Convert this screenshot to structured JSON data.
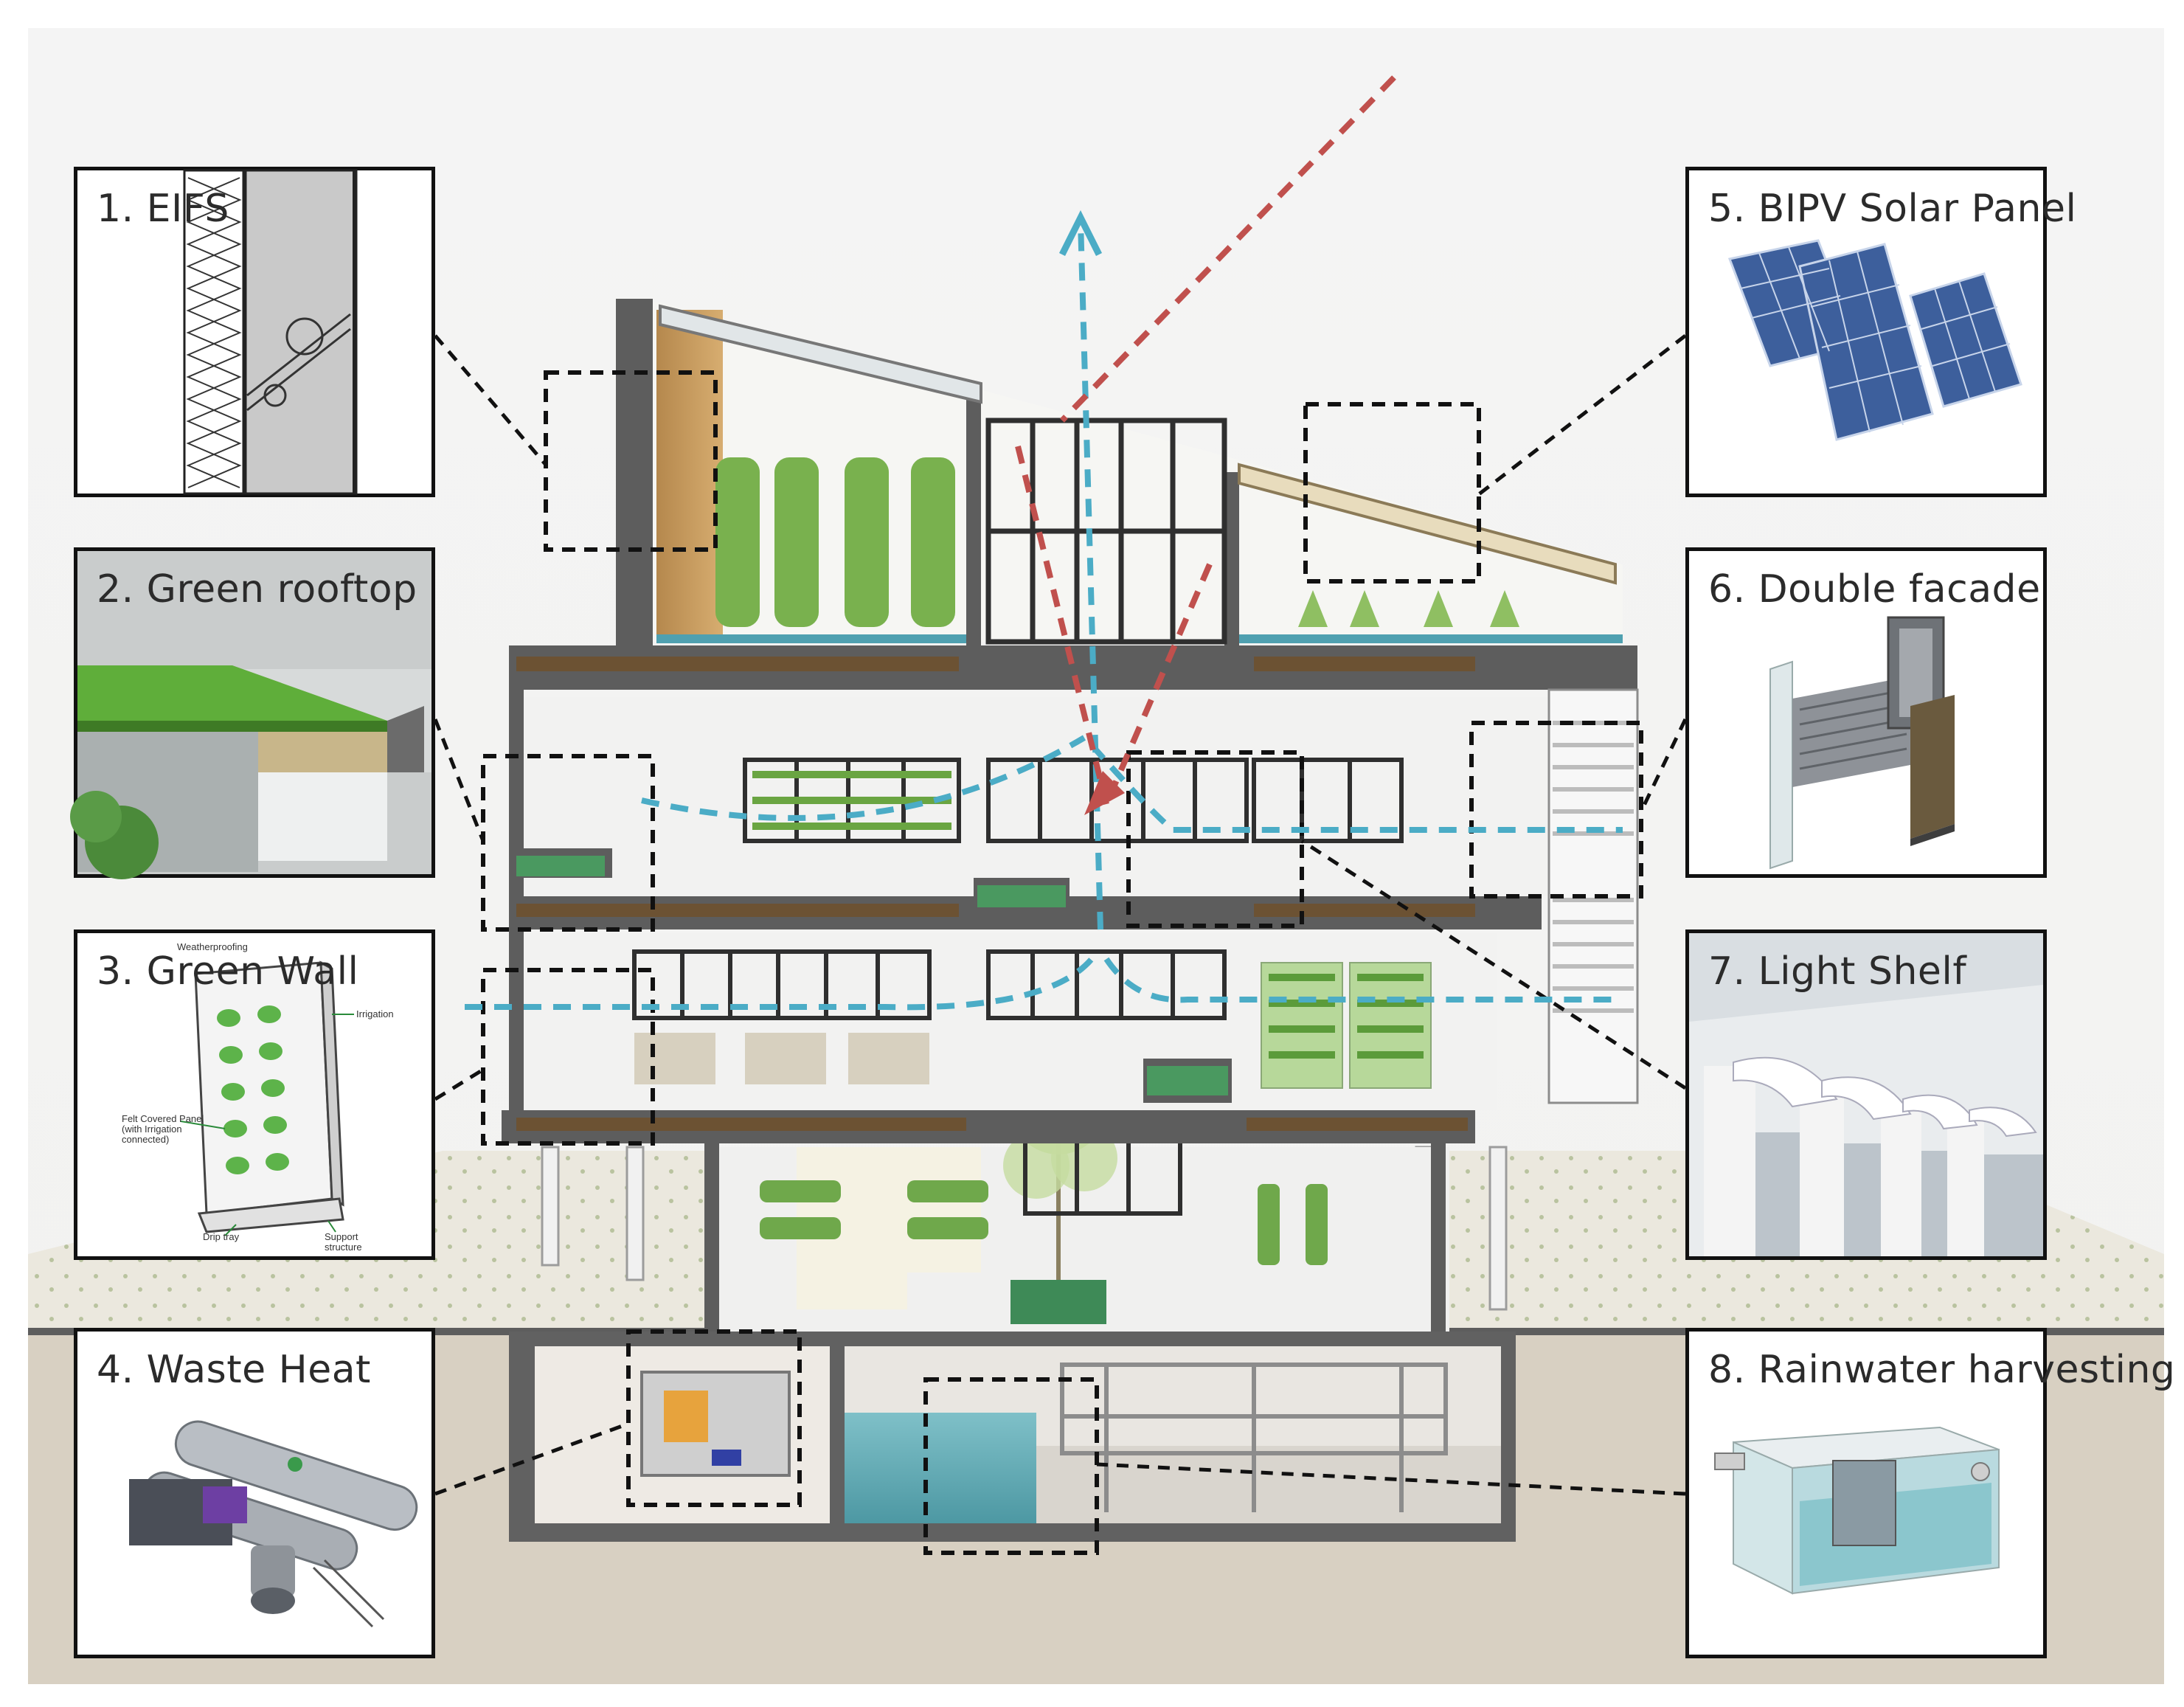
{
  "panels": [
    {
      "id": "eifs",
      "label": "1. EIFS",
      "icon": "eifs-wall-section"
    },
    {
      "id": "green_rooftop",
      "label": "2. Green rooftop",
      "icon": "green-roof-slab"
    },
    {
      "id": "green_wall",
      "label": "3. Green Wall",
      "icon": "green-wall-module"
    },
    {
      "id": "waste_heat",
      "label": "4. Waste Heat",
      "icon": "heat-recovery-unit"
    },
    {
      "id": "bipv",
      "label": "5. BIPV Solar Panel",
      "icon": "solar-panels"
    },
    {
      "id": "double_facade",
      "label": "6. Double facade",
      "icon": "double-facade-section"
    },
    {
      "id": "light_shelf",
      "label": "7. Light Shelf",
      "icon": "light-shelf"
    },
    {
      "id": "rainwater",
      "label": "8. Rainwater harvesting",
      "icon": "rainwater-tank"
    }
  ],
  "green_wall_notes": {
    "top": "Weatherproofing",
    "irrigation": "Irrigation",
    "felt": "Felt Covered Panel (with Irrigation connected)",
    "drip": "Drip tray",
    "support": "Support structure"
  },
  "colors": {
    "sunlight_arrow": "#c0504d",
    "airflow_arrow": "#4bacc6",
    "leader_line": "#111111",
    "panel_border": "#111111",
    "ground": "#d8d0c2",
    "structure": "#5d5d5d"
  }
}
